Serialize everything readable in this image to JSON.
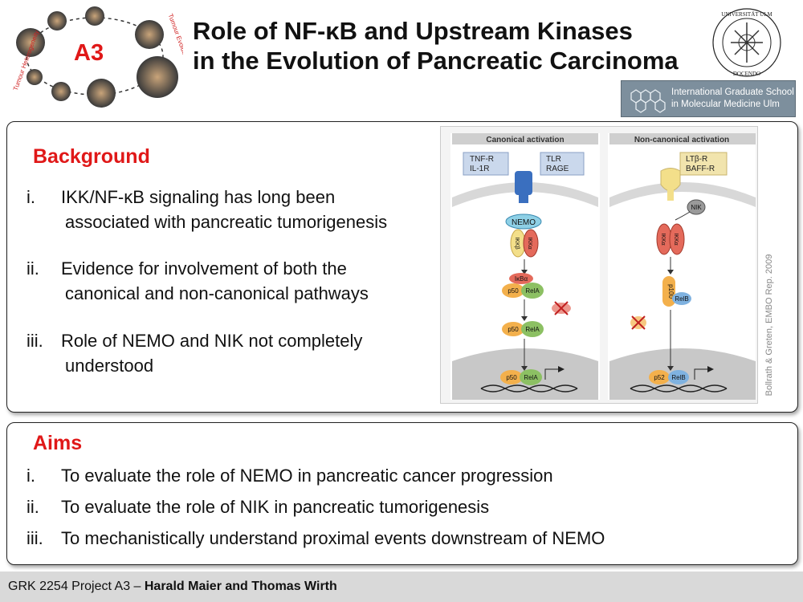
{
  "header": {
    "logo_label": "A3",
    "logo_arc_left": "Tumour Heterogeneity",
    "logo_arc_right": "Tumour Evolution",
    "title_line1": "Role of NF-κB and Upstream Kinases",
    "title_line2": "in the Evolution of Pancreatic Carcinoma",
    "seal_text": "UNIVERSITÄT ULM · SCIENDO · DOCENDO · CURANDO",
    "school_line1": "International Graduate School",
    "school_line2": "in Molecular Medicine Ulm"
  },
  "background": {
    "heading": "Background",
    "items": [
      {
        "num": "i.",
        "line1": "IKK/NF-κB signaling has long been",
        "line2": "associated with pancreatic tumorigenesis"
      },
      {
        "num": "ii.",
        "line1": "Evidence for involvement of both the",
        "line2": "canonical and non-canonical pathways"
      },
      {
        "num": "iii.",
        "line1": "Role of NEMO and NIK not completely",
        "line2": "understood"
      }
    ]
  },
  "figure": {
    "canonical_title": "Canonical activation",
    "noncanonical_title": "Non-canonical activation",
    "receptor1_a": "TNF-R",
    "receptor1_b": "IL-1R",
    "receptor2_a": "TLR",
    "receptor2_b": "RAGE",
    "receptor3_a": "LTβ-R",
    "receptor3_b": "BAFF-R",
    "nemo": "NEMO",
    "nik": "NIK",
    "ikkb": "IKKβ",
    "ikka": "IKKα",
    "ikba": "IκBα",
    "p50": "p50",
    "rela": "RelA",
    "p100": "p100",
    "relb": "RelB",
    "p52": "p52",
    "credit": "Bollrath & Greten, EMBO Rep. 2009"
  },
  "aims": {
    "heading": "Aims",
    "items": [
      {
        "num": "i.",
        "text": "To evaluate the role of NEMO in pancreatic cancer progression"
      },
      {
        "num": "ii.",
        "text": "To evaluate the role of NIK in pancreatic tumorigenesis"
      },
      {
        "num": "iii.",
        "text": "To mechanistically understand proximal events downstream of NEMO"
      }
    ]
  },
  "footer": {
    "prefix": "GRK 2254 Project A3 – ",
    "authors": "Harald Maier and Thomas Wirth"
  },
  "colors": {
    "accent_red": "#e01818",
    "footer_bg": "#d9d9d9",
    "school_bg": "#7d8f9d"
  }
}
